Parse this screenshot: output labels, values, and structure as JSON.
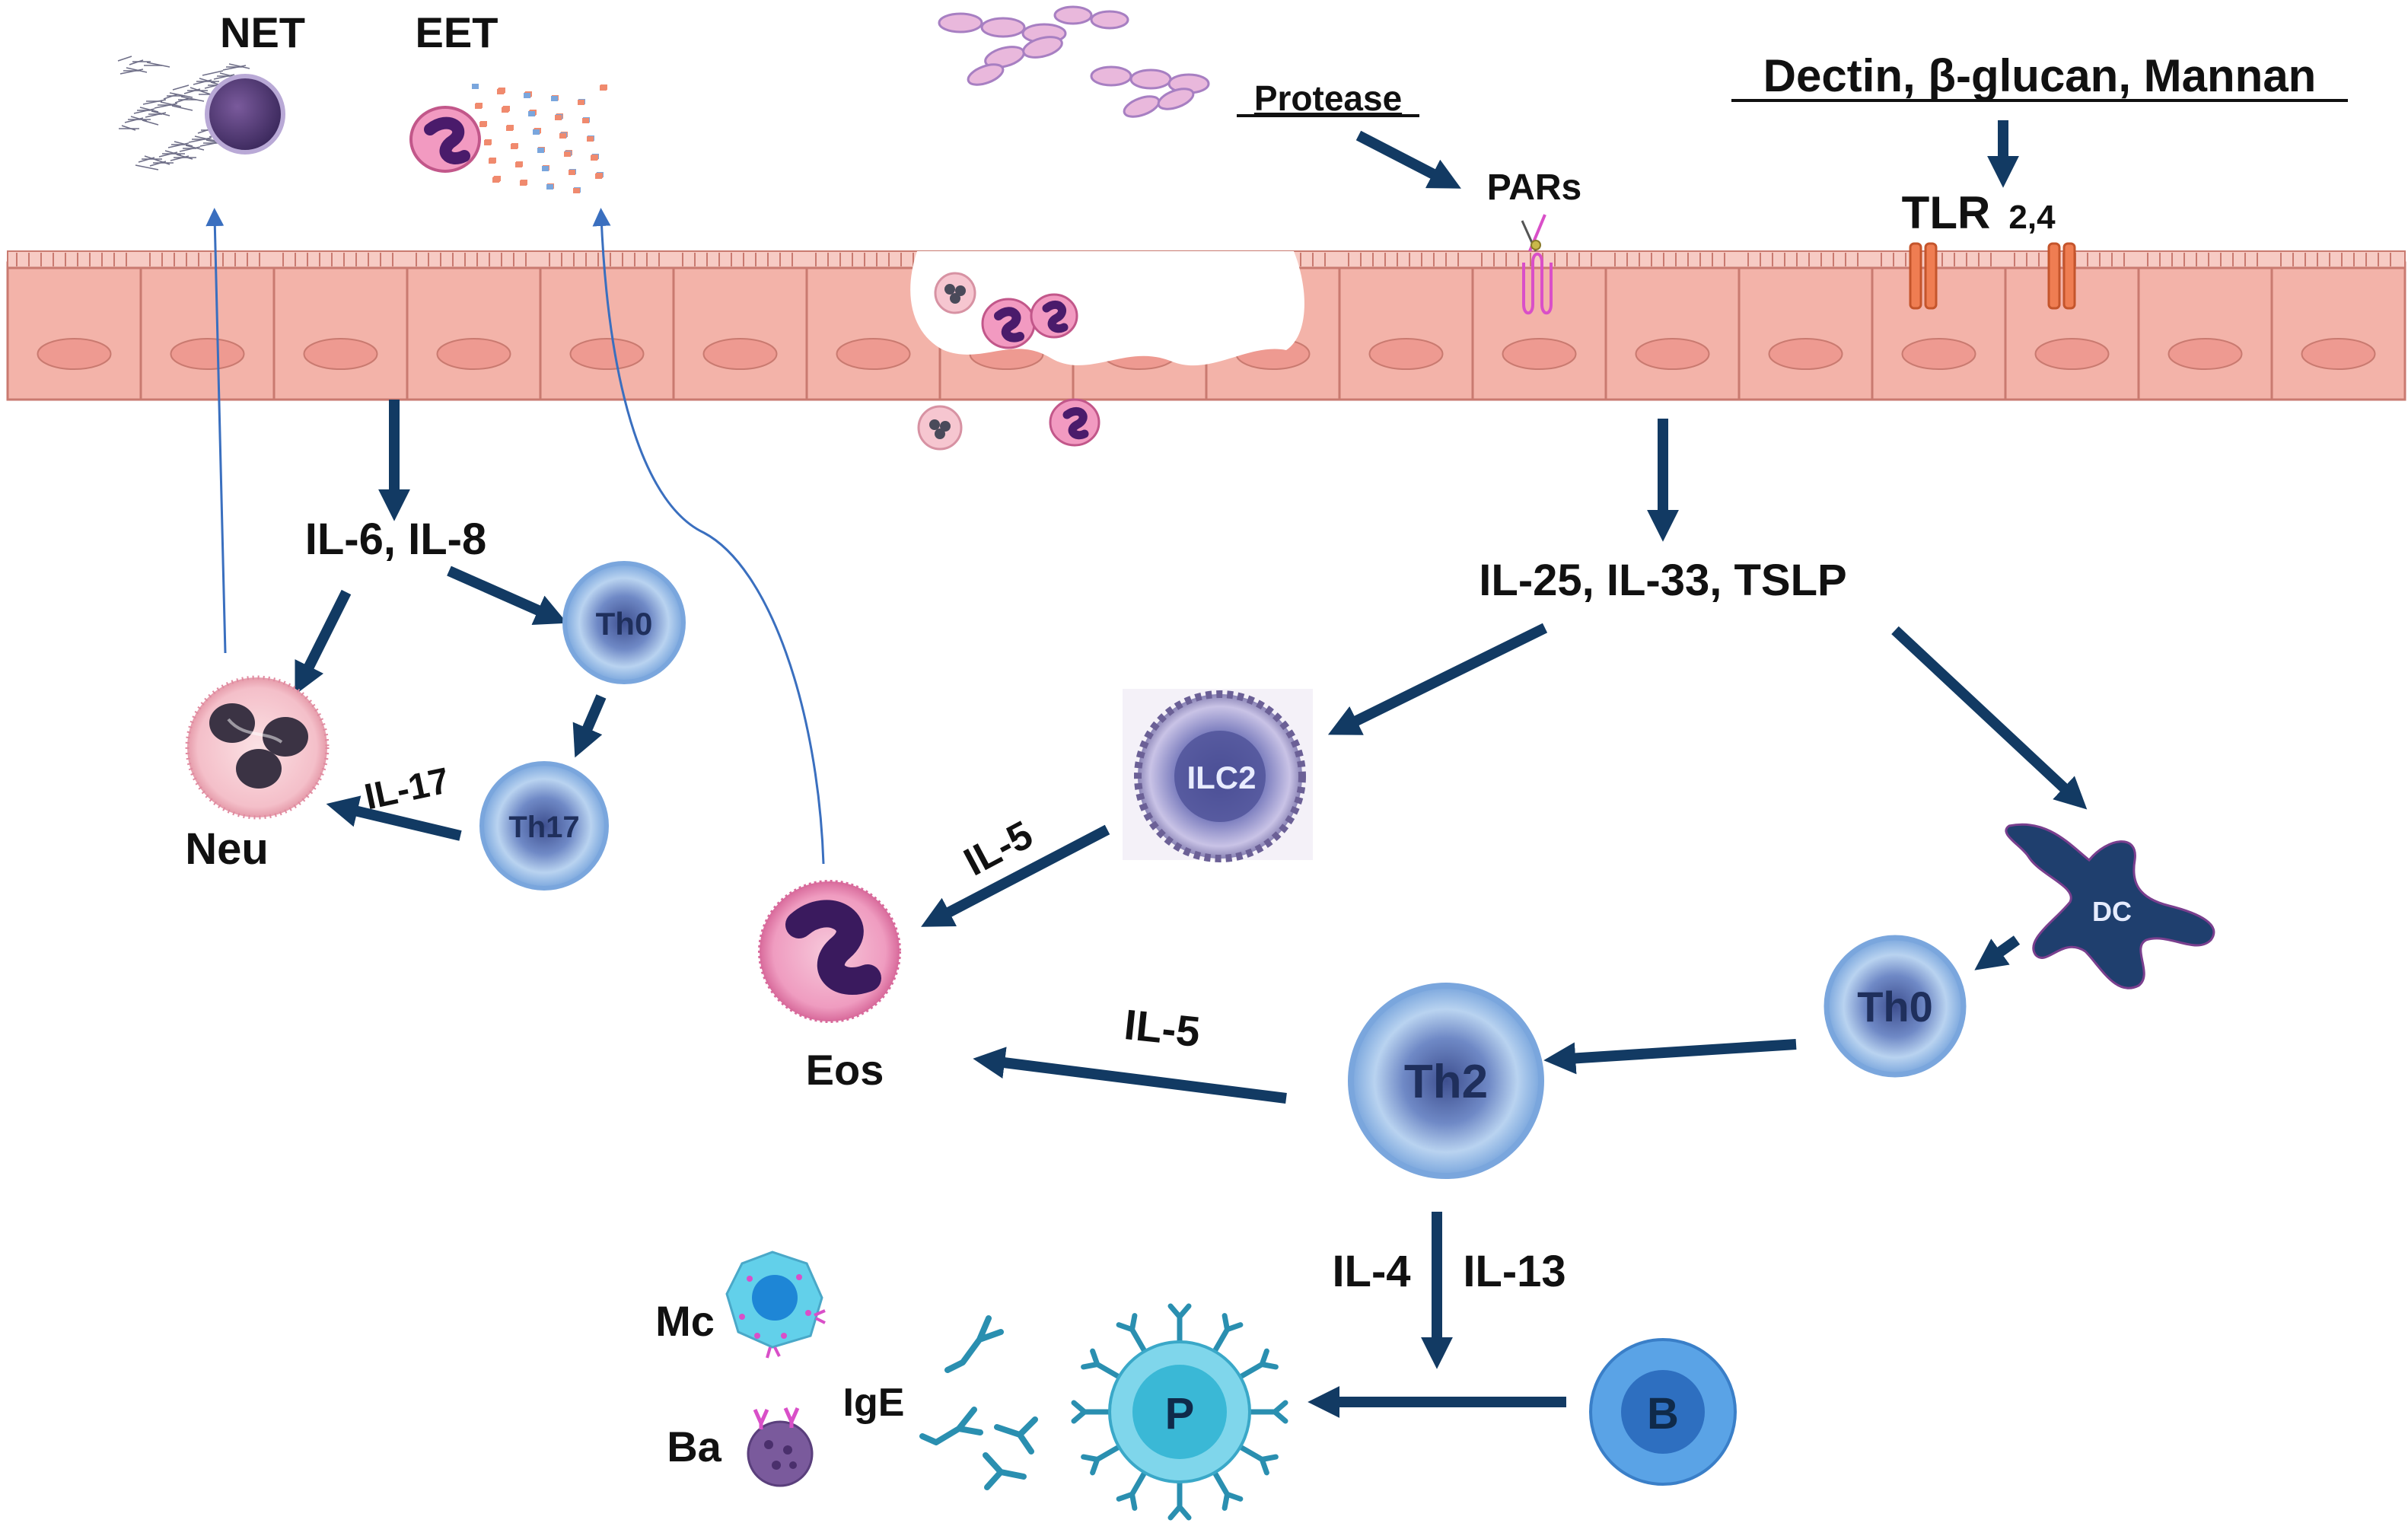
{
  "labels": {
    "net": "NET",
    "eet": "EET",
    "protease": "Protease",
    "dectin": "Dectin, β-glucan, Mannan",
    "pars": "PARs",
    "tlr_main": "TLR",
    "tlr_sub": "2,4",
    "il6_il8": "IL-6, IL-8",
    "il25_il33_tslp": "IL-25, IL-33, TSLP",
    "il17": "IL-17",
    "il5_ilc2": "IL-5",
    "il5_th2": "IL-5",
    "il4": "IL-4",
    "il13": "IL-13",
    "neu": "Neu",
    "eos": "Eos",
    "mc": "Mc",
    "ba": "Ba",
    "ige": "IgE"
  },
  "cells": {
    "th0_left": "Th0",
    "th17": "Th17",
    "ilc2": "ILC2",
    "dc": "DC",
    "th0_right": "Th0",
    "th2": "Th2",
    "p": "P",
    "b": "B"
  },
  "colors": {
    "arrow": "#123a63",
    "thin_arrow": "#3a6fbf",
    "epithelium": "#f3b3a9",
    "epithelium_border": "#c97a70",
    "nucleus": "#ee9a91",
    "t_cell": "#7da7d9",
    "plasma": "#58c6de",
    "b_cell": "#5aa3e6",
    "tlr": "#ef7d52",
    "eos_granule": "#e56aa6"
  }
}
